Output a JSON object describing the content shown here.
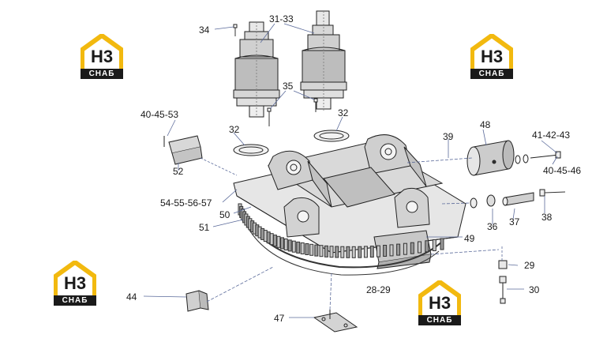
{
  "labels": {
    "l34": "34",
    "l31_33": "31-33",
    "l35": "35",
    "l32a": "32",
    "l32b": "32",
    "l40_45_53": "40-45-53",
    "l52": "52",
    "l39": "39",
    "l48": "48",
    "l41_42_43": "41-42-43",
    "l40_45_46": "40-45-46",
    "l54_57": "54-55-56-57",
    "l50": "50",
    "l51": "51",
    "l49": "49",
    "l36": "36",
    "l37": "37",
    "l38": "38",
    "l29": "29",
    "l30": "30",
    "l28_29": "28-29",
    "l44": "44",
    "l47": "47"
  },
  "logo": {
    "mark": "H3",
    "text": "СНАБ",
    "accent": "#f2b90f",
    "dark": "#1a1a1a"
  }
}
